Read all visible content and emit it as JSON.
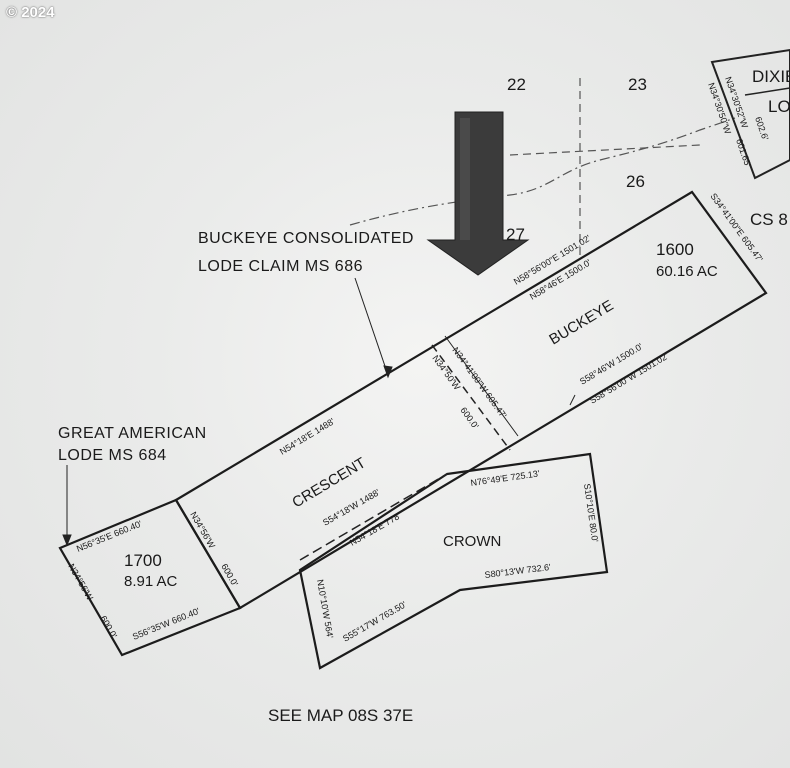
{
  "copyright": "© 2024",
  "sections": {
    "s22": "22",
    "s23": "23",
    "s26": "26",
    "s27": "27"
  },
  "labels": {
    "dixie": "DIXIE",
    "lo": "LO",
    "cs": "CS 8",
    "buckeye_claim_line1": "BUCKEYE CONSOLIDATED",
    "buckeye_claim_line2": "LODE  CLAIM  MS  686",
    "great_american_line1": "GREAT AMERICAN",
    "great_american_line2": "LODE  MS  684",
    "see_map": "SEE MAP 08S 37E"
  },
  "parcels": {
    "p1600": {
      "number": "1600",
      "acres": "60.16 AC"
    },
    "p1700": {
      "number": "1700",
      "acres": "8.91 AC"
    }
  },
  "claims": {
    "buckeye": "BUCKEYE",
    "crescent": "CRESCENT",
    "crown": "CROWN"
  },
  "bearings": {
    "b1": "N58°56'00\"E  1501.02'",
    "b2": "N58°46'E   1500.0'",
    "b3": "S34°41'00\"E  605.47'",
    "b4": "S58°46'W     1500.0'",
    "b5": "S58°56'00\"W  1501.02'",
    "b6": "N34°41'00\"W  605.47'",
    "b7": "N34°50'W",
    "b8": "600.0'",
    "b9": "N54°18'E  1488'",
    "b10": "S54°18'W  1488'",
    "b11": "N54°18'E  778'",
    "b12": "N76°49'E   725.13'",
    "b13": "S10°10'E  80.0'",
    "b14": "S80°13'W  732.6'",
    "b15": "S55°17'W  763.50'",
    "b16": "N10°10'W  564'",
    "b17": "N56°35'E   660.40'",
    "b18": "N34°56'W",
    "b19": "600.0'",
    "b20": "N34°56'W",
    "b21": "600.0'",
    "b22": "S56°35'W  660.40'",
    "b23": "N34°30'52\"W",
    "b24": "602.6'",
    "b25": "N34°30'50\"W",
    "b26": "601.65'"
  }
}
